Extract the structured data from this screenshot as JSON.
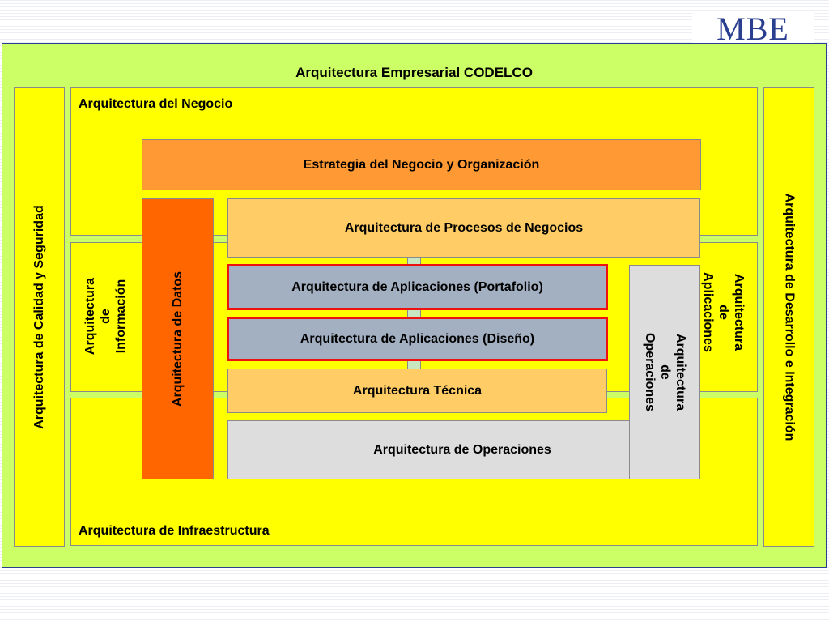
{
  "logo": "MBE",
  "title": "Arquitectura Empresarial CODELCO",
  "left_column": "Arquitectura de Calidad y Seguridad",
  "right_column": "Arquitectura de Desarrollo e Integración",
  "layers": {
    "negocio": "Arquitectura del Negocio",
    "informacion": "Arquitectura de Información",
    "aplicaciones": "Arquitectura de Aplicaciones",
    "infraestructura": "Arquitectura de Infraestructura"
  },
  "boxes": {
    "estrategia": "Estrategia del Negocio y Organización",
    "datos": "Arquitectura de Datos",
    "procesos": "Arquitectura de Procesos de Negocios",
    "app_portafolio": "Arquitectura de Aplicaciones (Portafolio)",
    "app_diseno": "Arquitectura de Aplicaciones (Diseño)",
    "tecnica": "Arquitectura Técnica",
    "operaciones_h": "Arquitectura de Operaciones",
    "operaciones_v": "Arquitectura de Operaciones"
  },
  "colors": {
    "outer": "#ccff66",
    "panel": "#ffff00",
    "strategy": "#ff9933",
    "light_orange": "#ffcc66",
    "data": "#ff6600",
    "applications": "#a3b0c2",
    "highlight_border": "#ee1111",
    "operations": "#dddddd"
  }
}
